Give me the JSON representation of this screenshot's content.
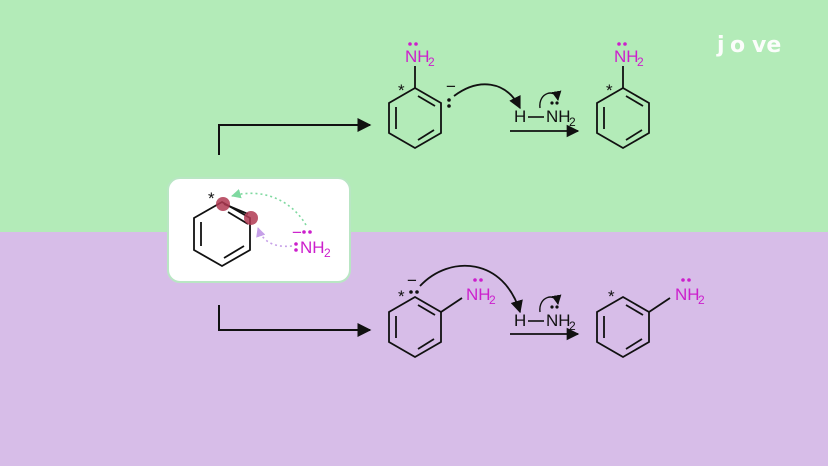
{
  "colors": {
    "top_bg": "#b3ebb8",
    "bottom_bg": "#d7bde8",
    "ink": "#111111",
    "amine": "#cc1fcc",
    "highlight": "#b03a52",
    "green_arrow": "#7fd9a0",
    "purple_arrow": "#c6a0e8",
    "logo": "#ffffff"
  },
  "logo": {
    "j": "j",
    "o": "o",
    "ve": "ve"
  },
  "labels": {
    "star": "*",
    "nh2_n": "NH",
    "nh2_sub": "2",
    "h": "H",
    "minus": "−"
  },
  "icons": [
    "benzyne-ring-icon",
    "lone-pair-dots-icon",
    "curved-arrow-icon",
    "reaction-arrow-icon"
  ]
}
